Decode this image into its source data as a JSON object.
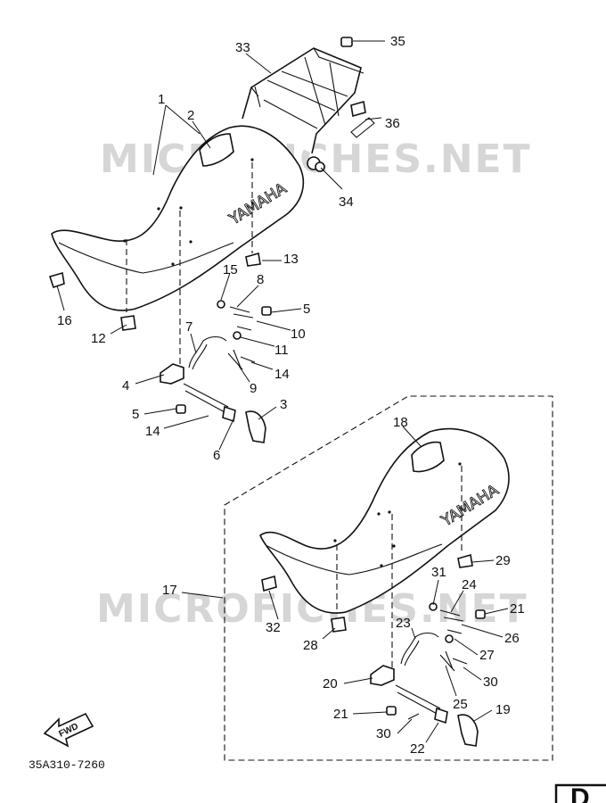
{
  "watermark": "MICROFICHES.NET",
  "seat_brand": "YAMAHA",
  "fwd_label": "FWD",
  "diagram_code": "35A310-7260",
  "page_tab": "D",
  "callouts": [
    "1",
    "2",
    "3",
    "4",
    "5",
    "6",
    "7",
    "8",
    "9",
    "10",
    "11",
    "12",
    "13",
    "14",
    "15",
    "16",
    "17",
    "18",
    "19",
    "20",
    "21",
    "22",
    "23",
    "24",
    "25",
    "26",
    "27",
    "28",
    "29",
    "30",
    "31",
    "32",
    "33",
    "34",
    "35",
    "36"
  ]
}
